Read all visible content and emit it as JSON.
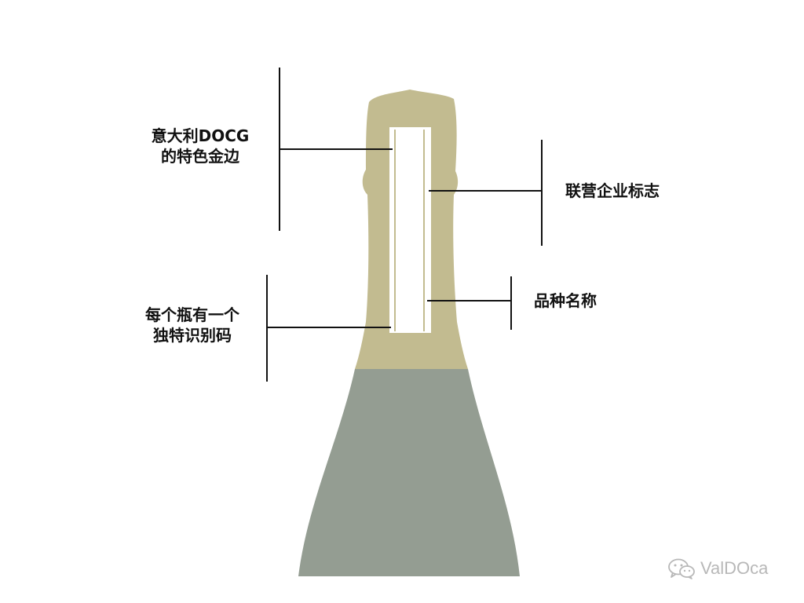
{
  "labels": {
    "docg_band": [
      "意大利DOCG",
      "的特色金边"
    ],
    "serial_code": [
      "每个瓶有一个",
      "独特识别码"
    ],
    "consortium_logo": "联营企业标志",
    "variety_name": "品种名称"
  },
  "watermark": {
    "text": "ValDOca",
    "icon": "wechat-icon"
  },
  "colors": {
    "capsule_gold": "#c2bb90",
    "bottle_grey": "#949d92",
    "strip_white": "#ffffff",
    "line_black": "#111111",
    "watermark_grey": "#b8b8b8"
  }
}
